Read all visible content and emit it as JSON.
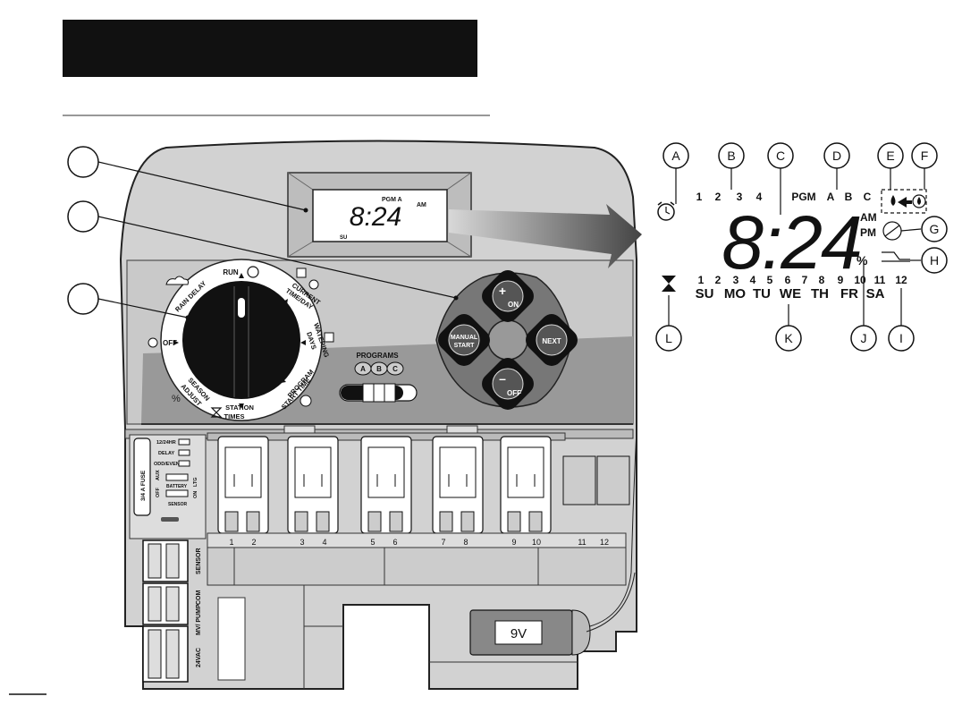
{
  "display": {
    "time": "8:24",
    "pgm_indicator": "PGM A",
    "am": "AM",
    "pm": "PM",
    "day": "SU",
    "percent": "%",
    "pgm_label": "PGM",
    "programs": [
      "A",
      "B",
      "C"
    ],
    "start_numbers": [
      "1",
      "2",
      "3",
      "4"
    ],
    "station_numbers": [
      "1",
      "2",
      "3",
      "4",
      "5",
      "6",
      "7",
      "8",
      "9",
      "10",
      "11",
      "12"
    ],
    "days": [
      "SU",
      "MO",
      "TU",
      "WE",
      "TH",
      "FR",
      "SA"
    ]
  },
  "callouts": [
    "A",
    "B",
    "C",
    "D",
    "E",
    "F",
    "G",
    "H",
    "I",
    "J",
    "K",
    "L"
  ],
  "dial": {
    "positions": [
      "RUN",
      "CURRENT TIME/DAY",
      "WATERING DAYS",
      "PROGRAM START TIME",
      "STATION TIMES",
      "SEASON ADJUST",
      "OFF",
      "RAIN DELAY"
    ],
    "run": "RUN",
    "current_1": "CURRENT",
    "current_2": "TIME/DAY",
    "watering_1": "WATERING",
    "watering_2": "DAYS",
    "program_1": "PROGRAM",
    "program_2": "START TIME",
    "station_1": "STATION",
    "station_2": "TIMES",
    "season_1": "SEASON",
    "season_2": "ADJUST",
    "off": "OFF",
    "rain_delay": "RAIN DELAY",
    "season_symbol": "%"
  },
  "buttons": {
    "plus_sign": "+",
    "plus": "ON",
    "minus_sign": "–",
    "minus": "OFF",
    "manual_1": "MANUAL",
    "manual_2": "START",
    "next": "NEXT"
  },
  "programs_label": "PROGRAMS",
  "program_letters": [
    "A",
    "B",
    "C"
  ],
  "switches": {
    "hr": "12/24HR",
    "delay": "DELAY",
    "oddeven": "ODD/EVEN",
    "aux": "AUX",
    "off": "OFF",
    "battery": "BATTERY",
    "ltg": "LTG",
    "on": "ON",
    "sensor": "SENSOR"
  },
  "fuse": "3/4 A FUSE",
  "terminals": [
    "SENSOR",
    "COM",
    "MV/ PUMP",
    "24VAC"
  ],
  "terminal_numbers": [
    "1",
    "2",
    "3",
    "4",
    "5",
    "6",
    "7",
    "8",
    "9",
    "10",
    "11",
    "12"
  ],
  "battery_label": "9V",
  "colors": {
    "housing": "#d2d2d2",
    "face": "#999999",
    "dark": "#111111"
  }
}
